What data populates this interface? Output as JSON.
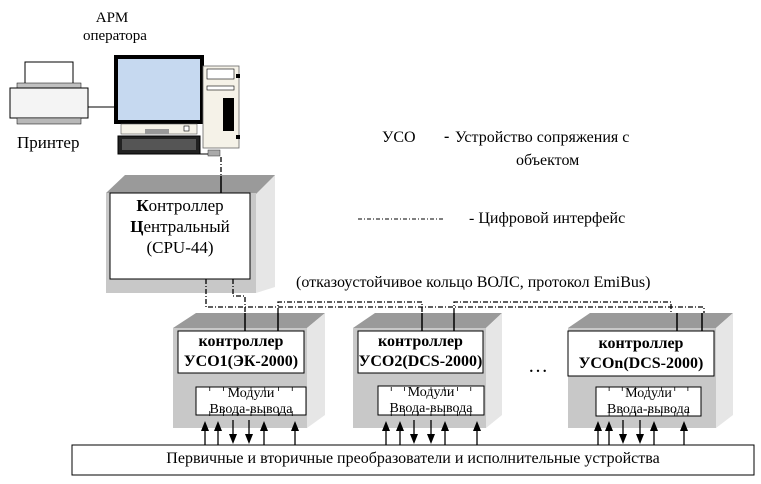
{
  "workstation": {
    "title_line1": "АРМ",
    "title_line2": "оператора",
    "printer_label": "Принтер"
  },
  "central_controller": {
    "line1_initial": "К",
    "line1_rest": "онтроллер",
    "line2_initial": "Ц",
    "line2_rest": "ентральный",
    "line3": "(CPU-44)"
  },
  "legend": {
    "uso_abbr": "УСО",
    "uso_dash": "-",
    "uso_desc_line1": "Устройство сопряжения с",
    "uso_desc_line2": "объектом",
    "digital_interface": "- Цифровой интерфейс"
  },
  "ring_label": "(отказоустойчивое кольцо ВОЛС, протокол EmiBus)",
  "uso_controllers": [
    {
      "line1": "контроллер",
      "line2": "УСО1(ЭК-2000)",
      "module_line1": "Модули",
      "module_line2": "Ввода-вывода"
    },
    {
      "line1": "контроллер",
      "line2": "УСО2(DCS-2000)",
      "module_line1": "Модули",
      "module_line2": "Ввода-вывода"
    },
    {
      "line1": "контроллер",
      "line2": "УСОn(DCS-2000)",
      "module_line1": "Модули",
      "module_line2": "Ввода-вывода"
    }
  ],
  "ellipsis": "…",
  "field_devices": "Первичные и вторичные преобразователи и исполнительные устройства",
  "arrow_directions": [
    "up",
    "up",
    "down",
    "down",
    "up",
    "up"
  ],
  "colors": {
    "box_face": "#c8c8c8",
    "box_top": "#9a9a9a",
    "box_side": "#e6e6e6",
    "screen": "#c6d9f0",
    "line": "#000000"
  }
}
